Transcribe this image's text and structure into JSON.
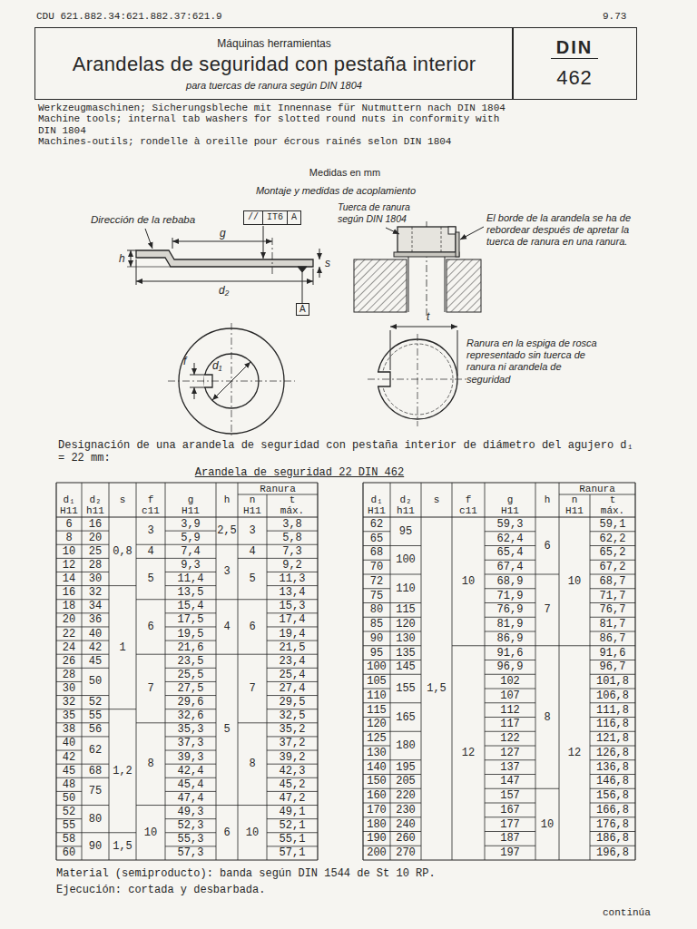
{
  "diagram": {
    "nodes": [
      {
        "text": [
          "Máquinas herramientas",
          "Arandelas de seguridad con pestaña interior",
          "para tuercas de ranura según DIN 1804"
        ]
      },
      {
        "text": [
          "DIN",
          "462"
        ]
      },
      {
        "text": [
          "//",
          "IT6",
          "A"
        ]
      },
      {
        "text": [
          "A"
        ]
      }
    ],
    "labels": [
      "CDU 621.882.34:621.882.37:621.9",
      "9.73",
      "Werkzeugmaschinen; Sicherungsbleche mit Innennase für Nutmuttern nach DIN 1804",
      "Machine tools; internal tab washers for slotted round nuts in conformity with DIN 1804",
      "Machines-outils; rondelle à oreille pour écrous rainés selon DIN 1804",
      "Medidas en mm",
      "Montaje y medidas de acoplamiento",
      "Dirección de la rebaba",
      "g",
      "h",
      "s",
      "d₂",
      "Tuerca de ranura según DIN 1804",
      "El borde de la arandela se ha de rebordear después de apretar la tuerca de ranura en una ranura.",
      "f",
      "d₁",
      "t",
      "Ranura en la espiga de rosca representado sin tuerca de ranura ni arandela de seguridad",
      "Designación de una arandela de seguridad con pestaña interior de diámetro del agujero d₁ = 22 mm:",
      "Arandela de seguridad 22 DIN 462",
      "d₁",
      "H11",
      "d₂",
      "h11",
      "s",
      "f",
      "c11",
      "g",
      "H11",
      "h",
      "Ranura",
      "n",
      "H11",
      "t",
      "máx.",
      "6",
      "8",
      "10",
      "12",
      "14",
      "16",
      "18",
      "20",
      "22",
      "24",
      "26",
      "28",
      "30",
      "32",
      "35",
      "38",
      "40",
      "42",
      "45",
      "48",
      "50",
      "52",
      "55",
      "58",
      "60",
      "16",
      "20",
      "25",
      "28",
      "30",
      "32",
      "34",
      "36",
      "40",
      "42",
      "45",
      "50",
      "52",
      "55",
      "56",
      "62",
      "68",
      "75",
      "80",
      "90",
      "0,8",
      "1",
      "1,2",
      "1,5",
      "3",
      "4",
      "5",
      "6",
      "7",
      "8",
      "10",
      "3,9",
      "5,9",
      "7,4",
      "9,3",
      "11,4",
      "13,5",
      "15,4",
      "17,5",
      "19,5",
      "21,6",
      "23,5",
      "25,5",
      "27,5",
      "29,6",
      "32,6",
      "35,3",
      "37,3",
      "39,3",
      "42,4",
      "45,4",
      "47,4",
      "49,3",
      "52,3",
      "55,3",
      "57,3",
      "2,5",
      "3",
      "4",
      "5",
      "6",
      "3",
      "4",
      "5",
      "6",
      "7",
      "8",
      "10",
      "3,8",
      "5,8",
      "7,3",
      "9,2",
      "11,3",
      "13,4",
      "15,3",
      "17,4",
      "19,4",
      "21,5",
      "23,4",
      "25,4",
      "27,4",
      "29,5",
      "32,5",
      "35,2",
      "37,2",
      "39,2",
      "42,3",
      "45,2",
      "47,2",
      "49,1",
      "52,1",
      "55,1",
      "57,1",
      "d₁",
      "H11",
      "d₂",
      "h11",
      "s",
      "f",
      "c11",
      "g",
      "H11",
      "h",
      "Ranura",
      "n",
      "H11",
      "t",
      "máx.",
      "62",
      "65",
      "68",
      "70",
      "72",
      "75",
      "80",
      "85",
      "90",
      "95",
      "100",
      "105",
      "110",
      "115",
      "120",
      "125",
      "130",
      "140",
      "150",
      "160",
      "170",
      "180",
      "190",
      "200",
      "95",
      "100",
      "110",
      "115",
      "120",
      "130",
      "135",
      "145",
      "155",
      "165",
      "180",
      "195",
      "205",
      "220",
      "230",
      "240",
      "260",
      "270",
      "1,5",
      "10",
      "12",
      "59,3",
      "62,4",
      "65,4",
      "67,4",
      "68,9",
      "71,9",
      "76,9",
      "81,9",
      "86,9",
      "91,6",
      "96,9",
      "102",
      "107",
      "112",
      "117",
      "122",
      "127",
      "137",
      "147",
      "157",
      "167",
      "177",
      "187",
      "197",
      "6",
      "7",
      "8",
      "10",
      "10",
      "12",
      "59,1",
      "62,2",
      "65,2",
      "67,2",
      "68,7",
      "71,7",
      "76,7",
      "81,7",
      "86,7",
      "91,6",
      "96,7",
      "101,8",
      "106,8",
      "111,8",
      "116,8",
      "121,8",
      "126,8",
      "136,8",
      "146,8",
      "156,8",
      "166,8",
      "176,8",
      "186,8",
      "196,8",
      "Material (semiproducto): banda según DIN 1544 de St 10 RP.",
      "Ejecución: cortada y desbarbada.",
      "continúa"
    ]
  }
}
